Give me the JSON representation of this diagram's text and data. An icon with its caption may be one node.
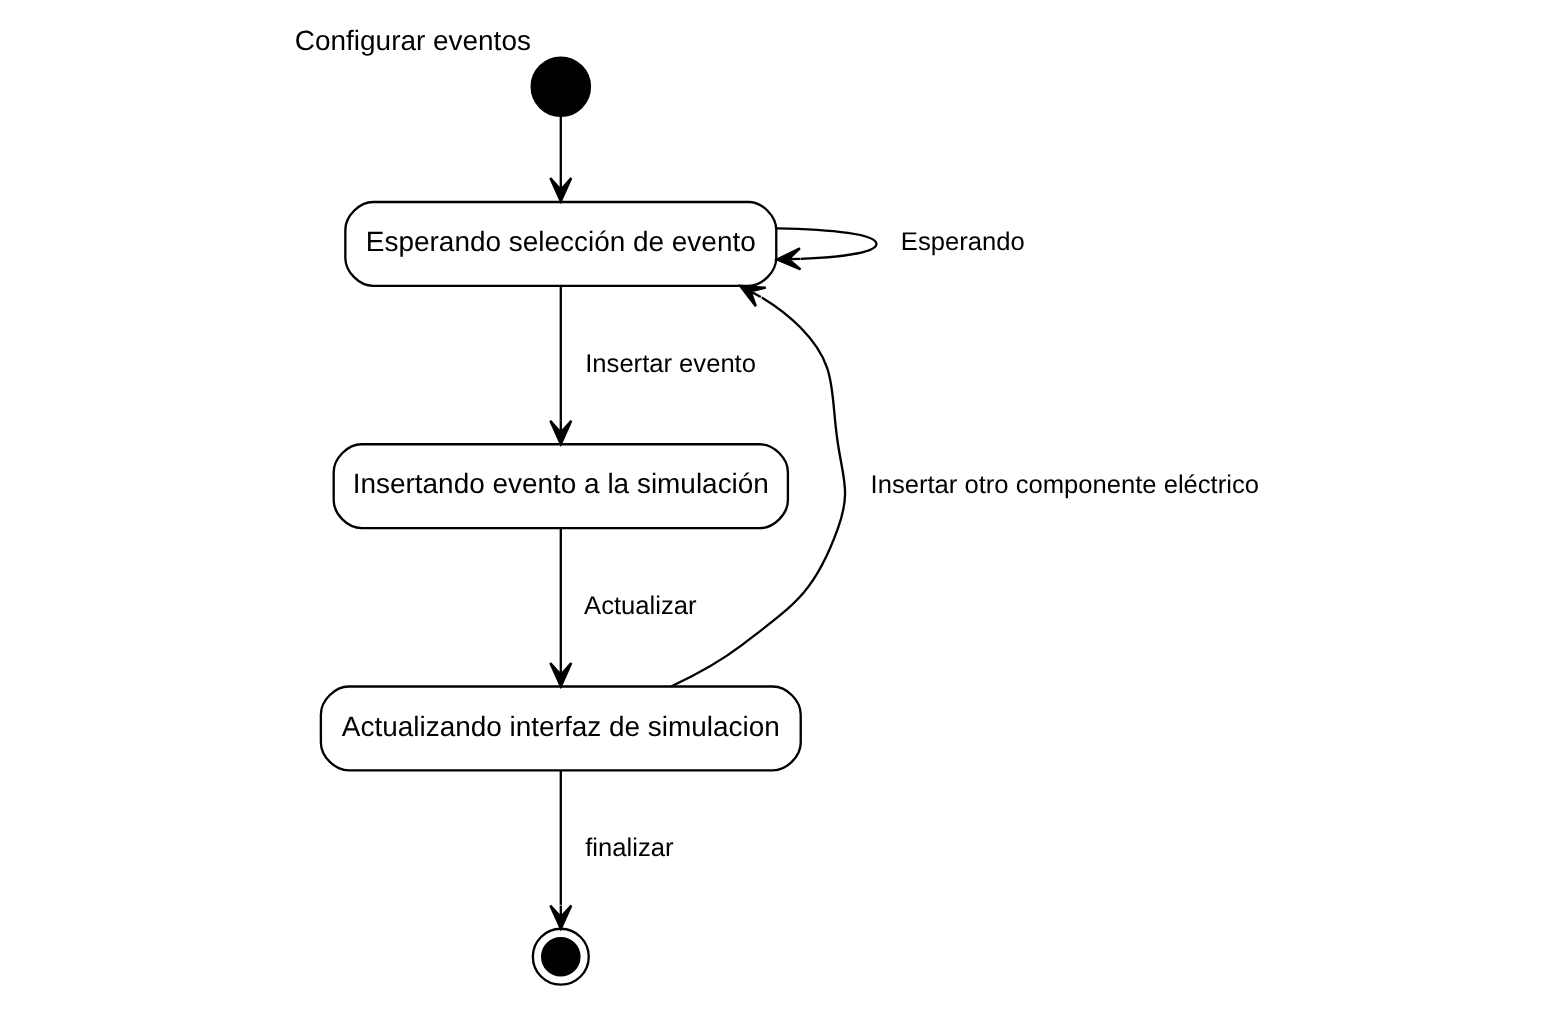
{
  "diagram": {
    "nodes": [
      {
        "text": [],
        "shape": "circle",
        "beside": [
          "Configurar eventos"
        ]
      },
      {
        "text": [
          "Esperando selección de evento"
        ]
      },
      {
        "text": [
          "Insertando evento a la simulación"
        ]
      },
      {
        "text": [
          "Actualizando interfaz de simulacion"
        ]
      },
      {
        "text": [],
        "shape": "circle"
      }
    ],
    "edges": [
      {
        "from": 0,
        "to": 1,
        "arrow": "to"
      },
      {
        "from": 1,
        "to": 1,
        "arrow": "to",
        "label": "Esperando"
      },
      {
        "from": 1,
        "to": 2,
        "arrow": "to",
        "label": "Insertar evento"
      },
      {
        "from": 2,
        "to": 3,
        "arrow": "to",
        "label": "Actualizar"
      },
      {
        "from": 3,
        "to": 1,
        "arrow": "to",
        "label": "Insertar otro componente eléctrico"
      },
      {
        "from": 3,
        "to": 4,
        "arrow": "to",
        "label": "finalizar"
      }
    ]
  }
}
